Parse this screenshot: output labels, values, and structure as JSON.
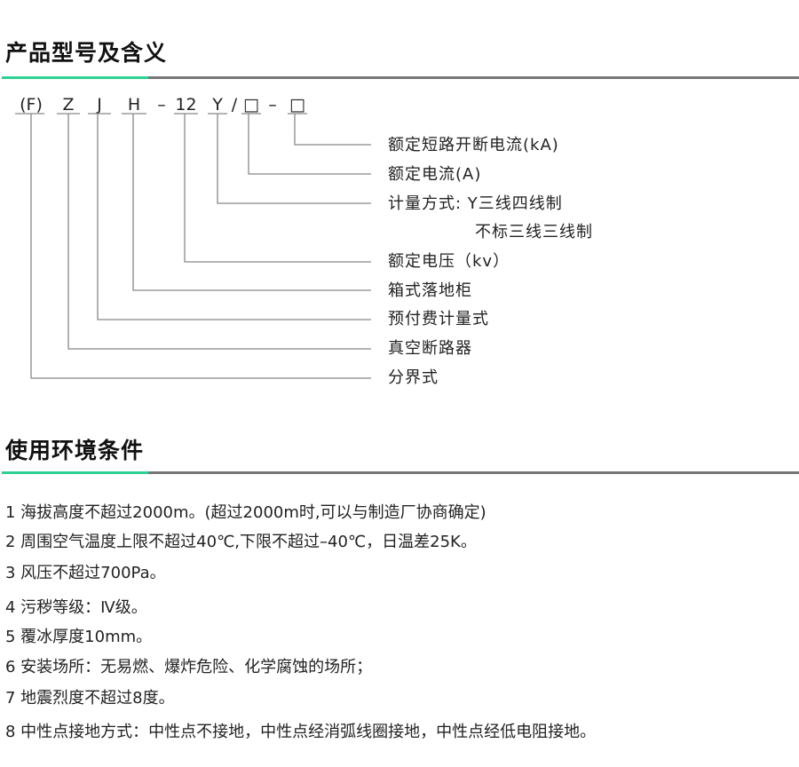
{
  "section1": {
    "title": "产品型号及含义"
  },
  "model": {
    "codes": [
      "(F)",
      "Z",
      "J",
      "H",
      "–",
      "12",
      "Y",
      "/",
      "□",
      "–",
      "□"
    ]
  },
  "meanings": [
    "额定短路开断电流(kA)",
    "额定电流(A)",
    "计量方式: Y三线四线制",
    "不标三线三线制",
    "额定电压（kv）",
    "箱式落地柜",
    "预付费计量式",
    "真空断路器",
    "分界式"
  ],
  "section2": {
    "title": "使用环境条件"
  },
  "conditions": [
    "1 海拔高度不超过2000m。(超过2000m时,可以与制造厂协商确定)",
    "2 周围空气温度上限不超过40℃,下限不超过–40℃，日温差25K。",
    "3 风压不超过700Pa。",
    "4 污秽等级：Ⅳ级。",
    "5 覆冰厚度10mm。",
    "6 安装场所：无易燃、爆炸危险、化学腐蚀的场所；",
    "7 地震烈度不超过8度。",
    "8 中性点接地方式：中性点不接地，中性点经消弧线圈接地，中性点经低电阻接地。"
  ],
  "colors": {
    "accent": "#2fd191",
    "rule": "#777777"
  }
}
